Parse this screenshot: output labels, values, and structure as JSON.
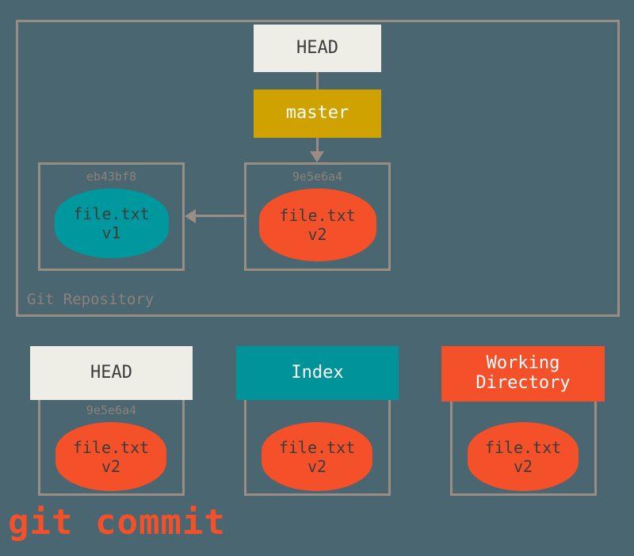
{
  "diagram": {
    "background_color": "#4a6670",
    "frame_color": "#9a8e84",
    "caption": "git commit",
    "caption_color": "#f4502a"
  },
  "repository": {
    "label": "Git Repository",
    "head": {
      "label": "HEAD",
      "color": "#efeee6"
    },
    "branch": {
      "label": "master",
      "color": "#cfa200"
    },
    "commits": [
      {
        "hash": "eb43bf8",
        "blob_color": "#00989f",
        "file_name": "file.txt",
        "file_version": "v1"
      },
      {
        "hash": "9e5e6a4",
        "blob_color": "#f4502a",
        "file_name": "file.txt",
        "file_version": "v2"
      }
    ]
  },
  "areas": [
    {
      "title": "HEAD",
      "title_color": "#efeee6",
      "title_text_color": "#3c3c3c",
      "hash": "9e5e6a4",
      "file_name": "file.txt",
      "file_version": "v2",
      "blob_color": "#f4502a"
    },
    {
      "title": "Index",
      "title_color": "#00939a",
      "title_text_color": "#ffffff",
      "hash": "",
      "file_name": "file.txt",
      "file_version": "v2",
      "blob_color": "#f4502a"
    },
    {
      "title_line1": "Working",
      "title_line2": "Directory",
      "title_color": "#f4502a",
      "title_text_color": "#ffffff",
      "hash": "",
      "file_name": "file.txt",
      "file_version": "v2",
      "blob_color": "#f4502a"
    }
  ]
}
